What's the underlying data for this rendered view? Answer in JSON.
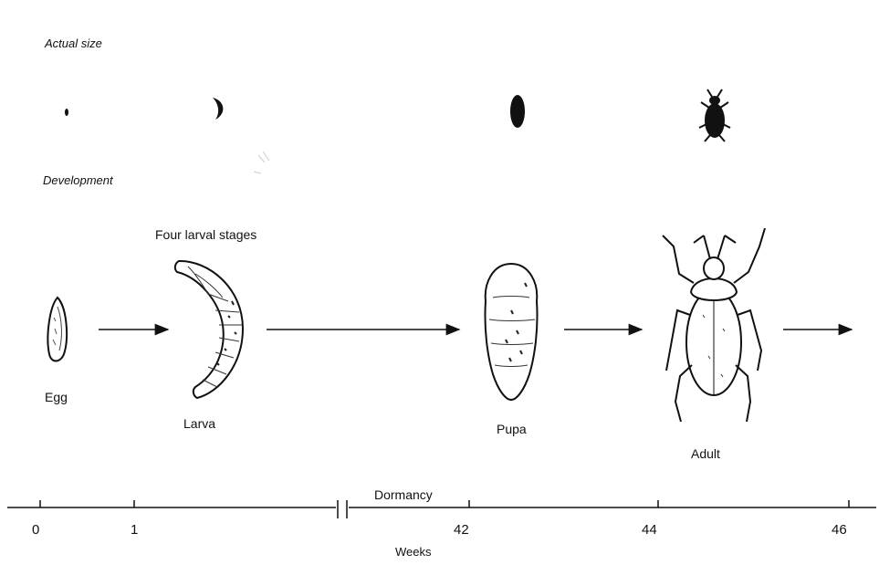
{
  "section_labels": {
    "actual_size": "Actual size",
    "development": "Development"
  },
  "stages": {
    "four_larval_stages": "Four larval stages",
    "egg": "Egg",
    "larva": "Larva",
    "pupa": "Pupa",
    "adult": "Adult"
  },
  "timeline": {
    "dormancy": "Dormancy",
    "axis_title": "Weeks",
    "ticks": [
      "0",
      "1",
      "42",
      "44",
      "46"
    ]
  }
}
